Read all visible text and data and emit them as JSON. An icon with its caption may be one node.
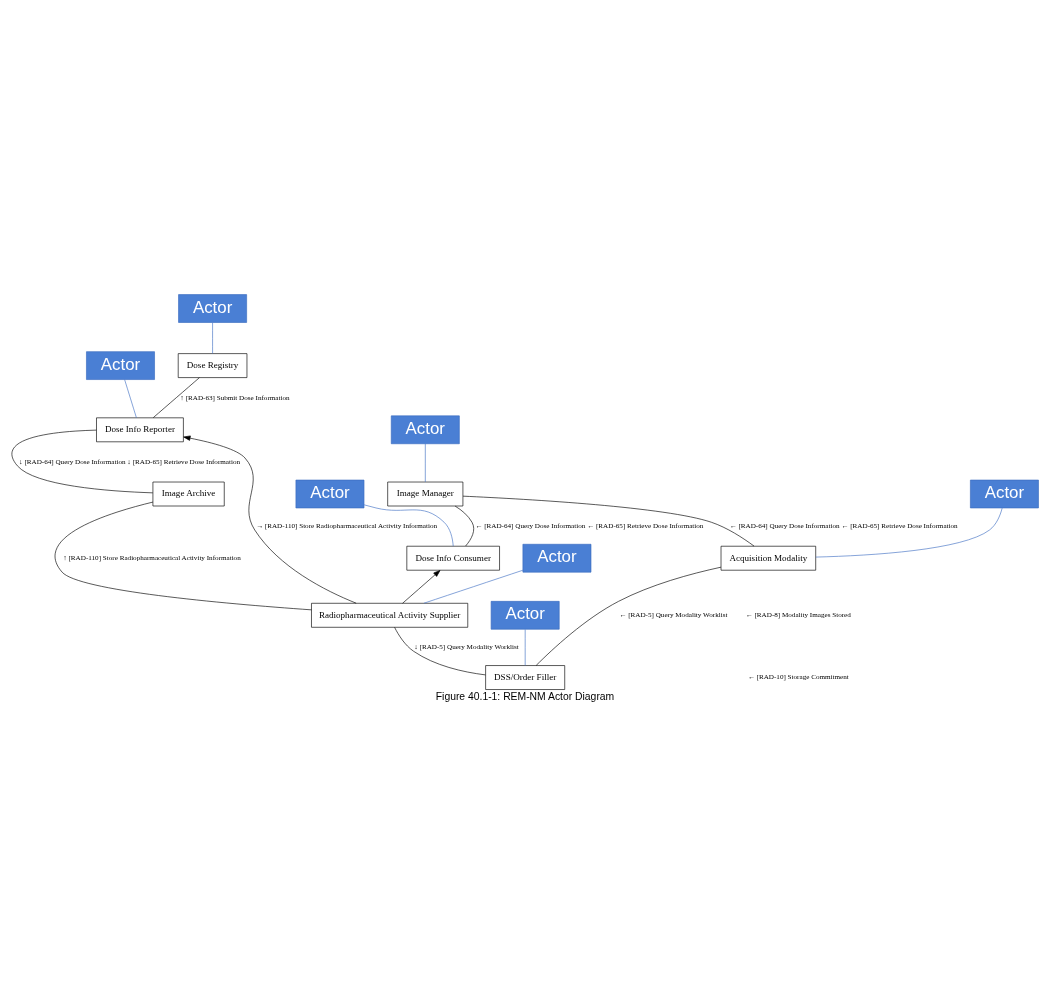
{
  "diagram": {
    "caption": "Figure 40.1-1: REM-NM Actor Diagram",
    "nodes": [
      {
        "text": [
          "Dose Registry"
        ]
      },
      {
        "text": [
          "Dose Info Reporter"
        ]
      },
      {
        "text": [
          "Image Archive"
        ]
      },
      {
        "text": [
          "Image Manager"
        ]
      },
      {
        "text": [
          "Dose Info Consumer"
        ]
      },
      {
        "text": [
          "Acquisition Modality"
        ]
      },
      {
        "text": [
          "Radiopharmaceutical Activity Supplier"
        ]
      },
      {
        "text": [
          "DSS/Order Filler"
        ]
      },
      {
        "text": [
          "Actor"
        ]
      },
      {
        "text": [
          "Actor"
        ]
      },
      {
        "text": [
          "Actor"
        ]
      },
      {
        "text": [
          "Actor"
        ]
      },
      {
        "text": [
          "Actor"
        ]
      },
      {
        "text": [
          "Actor"
        ]
      },
      {
        "text": [
          "Actor"
        ]
      }
    ],
    "edges": [
      {
        "from": 1,
        "to": 0,
        "arrow": "none",
        "label": "↑ [RAD-63] Submit Dose Information"
      },
      {
        "from": 1,
        "to": 2,
        "arrow": "none",
        "label": "↓ [RAD-64] Query Dose Information ↓ [RAD-65] Retrieve Dose Information"
      },
      {
        "from": 3,
        "to": 4,
        "arrow": "none",
        "label": "← [RAD-64] Query Dose Information ← [RAD-65] Retrieve Dose Information"
      },
      {
        "from": 3,
        "to": 5,
        "arrow": "none",
        "label": "← [RAD-64] Query Dose Information ← [RAD-65] Retrieve Dose Information"
      },
      {
        "from": 2,
        "to": 6,
        "arrow": "none",
        "label": "↑ [RAD-110] Store Radiopharmaceutical Activity Information"
      },
      {
        "from": 6,
        "to": 7,
        "arrow": "none",
        "label": "↓ [RAD-5] Query Modality Worklist"
      },
      {
        "from": 5,
        "to": 7,
        "arrow": "none",
        "label": "← [RAD-5] Query Modality Worklist"
      },
      {
        "from": 6,
        "to": 1,
        "arrow": "to",
        "label": "→ [RAD-110] Store Radiopharmaceutical Activity Information"
      },
      {
        "from": 6,
        "to": 4,
        "arrow": "to"
      },
      {
        "from": 8,
        "to": 0,
        "arrow": "none",
        "color": "#4472c4"
      },
      {
        "from": 9,
        "to": 1,
        "arrow": "none",
        "color": "#4472c4"
      },
      {
        "from": 10,
        "to": 4,
        "arrow": "none",
        "color": "#4472c4"
      },
      {
        "from": 11,
        "to": 3,
        "arrow": "none",
        "color": "#4472c4"
      },
      {
        "from": 12,
        "to": 6,
        "arrow": "none",
        "color": "#4472c4"
      },
      {
        "from": 13,
        "to": 5,
        "arrow": "none",
        "color": "#4472c4"
      },
      {
        "from": 14,
        "to": 7,
        "arrow": "none",
        "color": "#4472c4"
      }
    ],
    "labels": [
      "← [RAD-8] Modality Images Stored",
      "← [RAD-10] Storage Commitment"
    ]
  }
}
